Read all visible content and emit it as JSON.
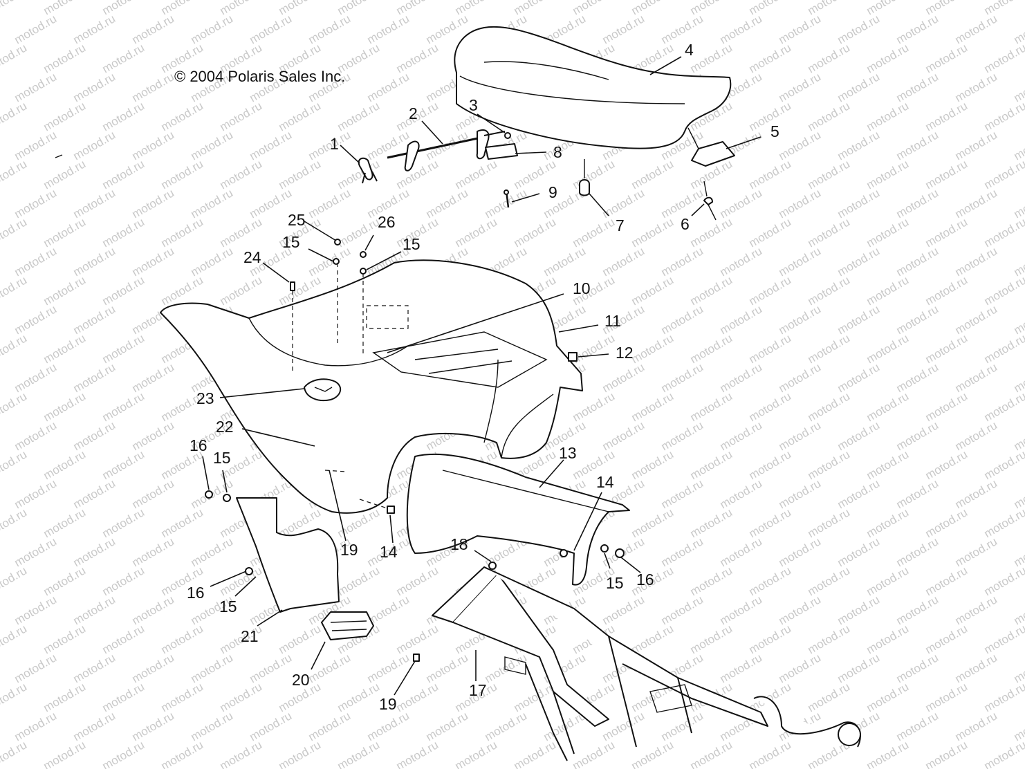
{
  "copyright": "© 2004 Polaris Sales Inc.",
  "watermark_text": "motod.ru",
  "colors": {
    "line": "#111111",
    "watermark": "#c9c9c9",
    "background": "#ffffff"
  },
  "parts": [
    {
      "id": "p1",
      "label": "1"
    },
    {
      "id": "p2",
      "label": "2"
    },
    {
      "id": "p3",
      "label": "3"
    },
    {
      "id": "p4",
      "label": "4"
    },
    {
      "id": "p5",
      "label": "5"
    },
    {
      "id": "p6",
      "label": "6"
    },
    {
      "id": "p7",
      "label": "7"
    },
    {
      "id": "p8",
      "label": "8"
    },
    {
      "id": "p9",
      "label": "9"
    },
    {
      "id": "p10",
      "label": "10"
    },
    {
      "id": "p11",
      "label": "11"
    },
    {
      "id": "p12",
      "label": "12"
    },
    {
      "id": "p13",
      "label": "13"
    },
    {
      "id": "p14a",
      "label": "14"
    },
    {
      "id": "p14b",
      "label": "14"
    },
    {
      "id": "p15a",
      "label": "15"
    },
    {
      "id": "p15b",
      "label": "15"
    },
    {
      "id": "p15c",
      "label": "15"
    },
    {
      "id": "p15d",
      "label": "15"
    },
    {
      "id": "p15e",
      "label": "15"
    },
    {
      "id": "p16a",
      "label": "16"
    },
    {
      "id": "p16b",
      "label": "16"
    },
    {
      "id": "p16c",
      "label": "16"
    },
    {
      "id": "p17",
      "label": "17"
    },
    {
      "id": "p18",
      "label": "18"
    },
    {
      "id": "p19a",
      "label": "19"
    },
    {
      "id": "p19b",
      "label": "19"
    },
    {
      "id": "p20",
      "label": "20"
    },
    {
      "id": "p21",
      "label": "21"
    },
    {
      "id": "p22",
      "label": "22"
    },
    {
      "id": "p23",
      "label": "23"
    },
    {
      "id": "p24",
      "label": "24"
    },
    {
      "id": "p25",
      "label": "25"
    },
    {
      "id": "p26",
      "label": "26"
    }
  ]
}
